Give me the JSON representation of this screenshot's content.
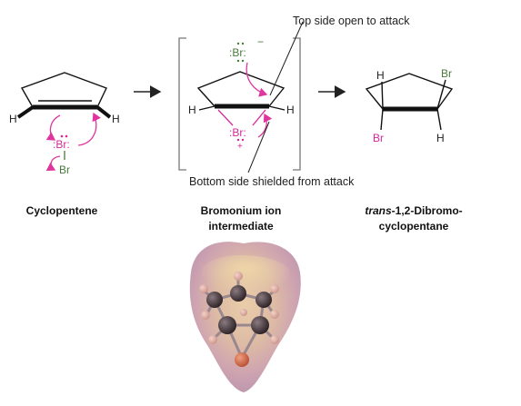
{
  "atoms": {
    "h": "H",
    "br": "Br",
    "br_colon": ":Br:",
    "br_anion": ":Br:",
    "minus": "−",
    "plus": "+"
  },
  "annotations": {
    "top": "Top side open to attack",
    "bottom": "Bottom side shielded from attack"
  },
  "captions": {
    "reactant": "Cyclopentene",
    "intermediate_line1": "Bromonium ion",
    "intermediate_line2": "intermediate",
    "product_prefix": "trans",
    "product_line1_rest": "-1,2-Dibromo-",
    "product_line2": "cyclopentane"
  },
  "colors": {
    "bond": "#111111",
    "bromine_green": "#4a7a3a",
    "bromine_pink": "#d6279a",
    "arrow_pink": "#e0359f",
    "bracket": "#777777"
  }
}
